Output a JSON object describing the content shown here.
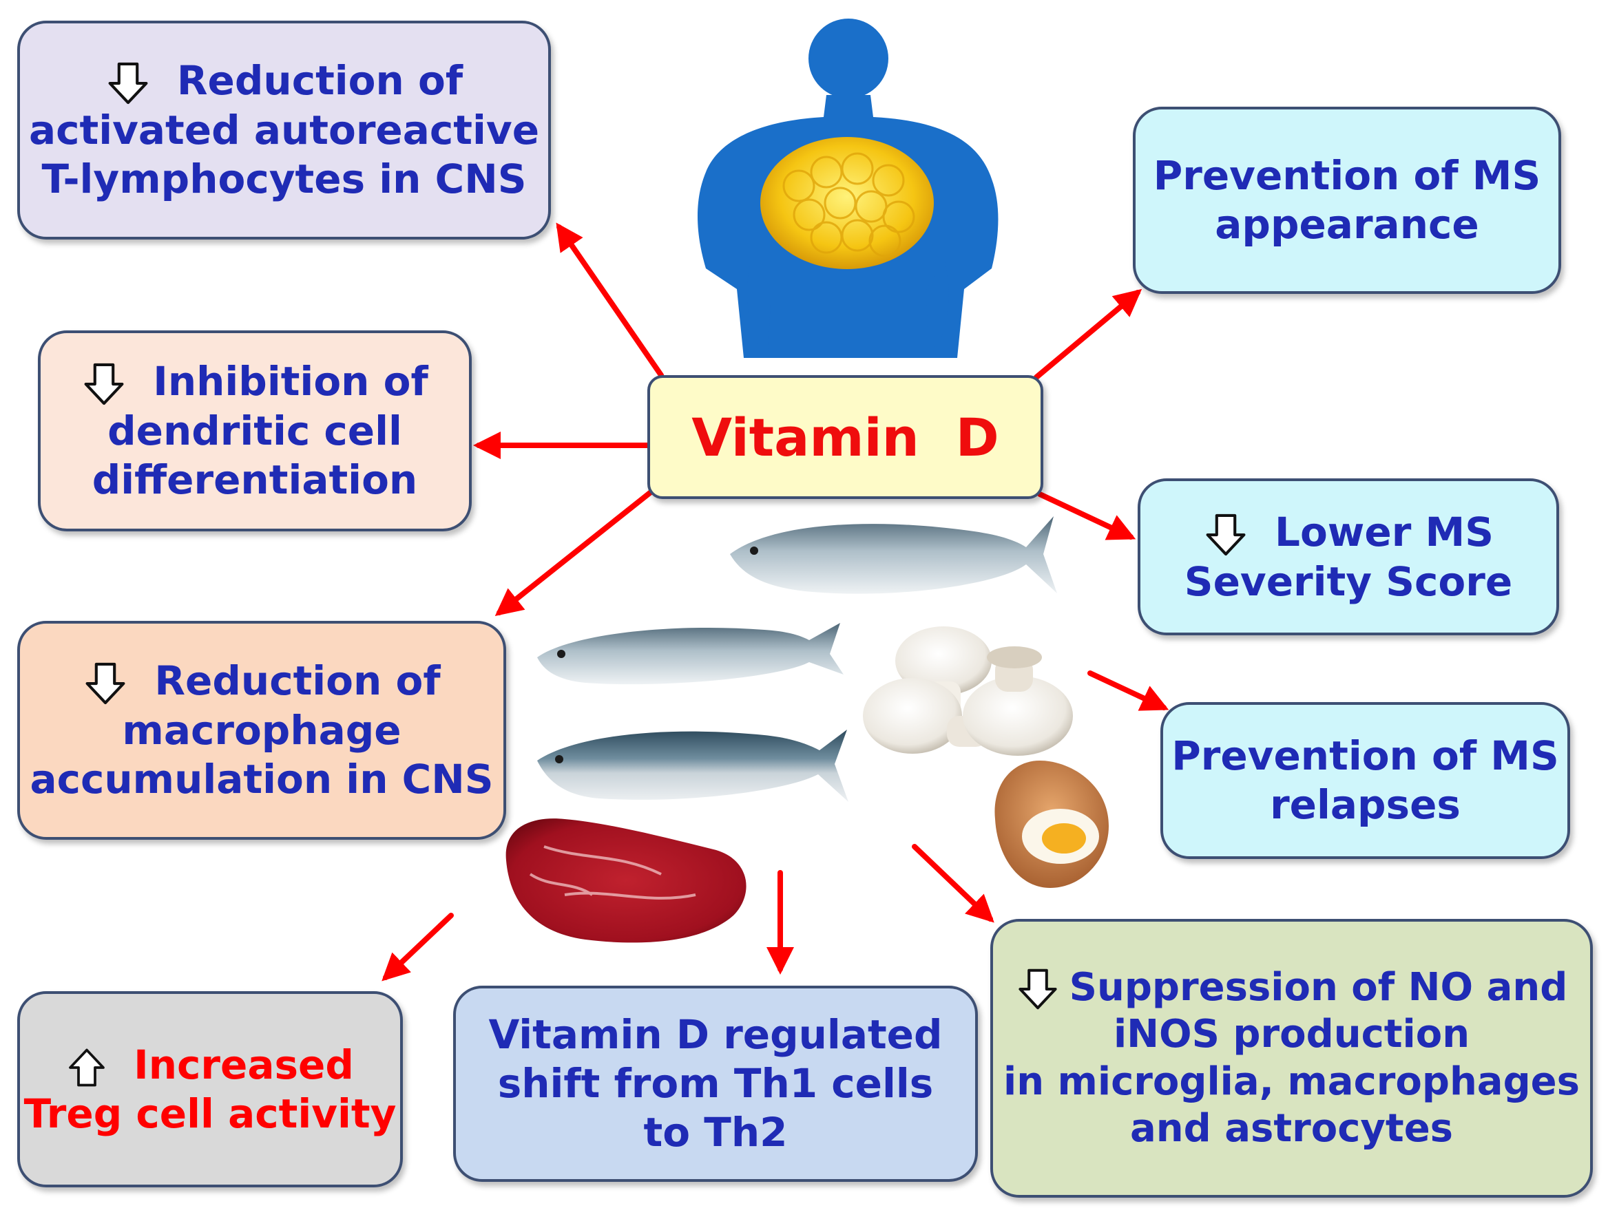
{
  "center": {
    "label": "Vitamin  D"
  },
  "colors": {
    "box_text": "#1f2bb5",
    "accent_red": "#ff0000",
    "arrow": "#ff0000",
    "box_border": "#3d4f73",
    "body_silhouette": "#1a6fc9"
  },
  "boxes": {
    "t_lymph": {
      "icon": "down-arrow-outline-icon",
      "lines": [
        "Reduction of",
        "activated autoreactive",
        "T-lymphocytes in CNS"
      ],
      "bg": "#e4e0f1"
    },
    "dendritic": {
      "icon": "down-arrow-outline-icon",
      "lines": [
        "Inhibition of",
        "dendritic cell",
        "differentiation"
      ],
      "bg": "#fce6da"
    },
    "macrophage": {
      "icon": "down-arrow-outline-icon",
      "lines": [
        "Reduction of",
        "macrophage",
        "accumulation in CNS"
      ],
      "bg": "#fbd8c0"
    },
    "treg": {
      "icon": "up-arrow-outline-icon",
      "lines": [
        "Increased",
        "Treg cell activity"
      ],
      "bg": "#d9d9d9"
    },
    "th_shift": {
      "lines": [
        "Vitamin D regulated",
        "shift from Th1 cells",
        "to Th2"
      ],
      "bg": "#c8d9f1"
    },
    "no_inos": {
      "icon": "down-arrow-outline-icon",
      "lines": [
        "Suppression of NO and",
        "iNOS production",
        "in microglia, macrophages",
        "and astrocytes"
      ],
      "bg": "#d9e4c0"
    },
    "ms_appearance": {
      "lines": [
        "Prevention of MS",
        "appearance"
      ],
      "bg": "#cff6fb"
    },
    "ms_severity": {
      "icon": "down-arrow-outline-icon",
      "lines": [
        "Lower MS",
        "Severity Score"
      ],
      "bg": "#cff6fb"
    },
    "ms_relapses": {
      "lines": [
        "Prevention of MS",
        "relapses"
      ],
      "bg": "#cff6fb"
    }
  },
  "illustrations": [
    "body-silhouette",
    "salmon",
    "sardine",
    "mackerel",
    "mushrooms",
    "egg",
    "beef-steak"
  ]
}
